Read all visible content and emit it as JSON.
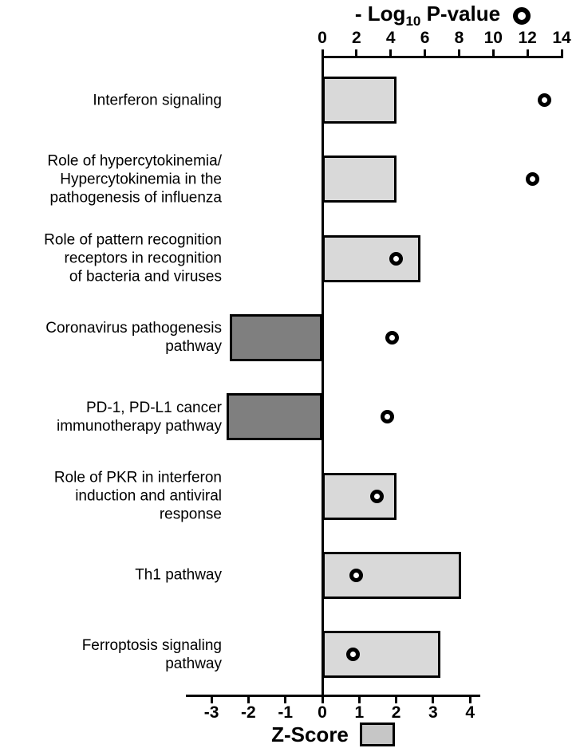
{
  "figure": {
    "title": {
      "prefix": "- Log",
      "sub": "10",
      "suffix": " P-value"
    },
    "zscore_legend_label": "Z-Score"
  },
  "colors": {
    "positive_bar_fill": "#d9d9d9",
    "negative_bar_fill": "#7f7f7f",
    "legend_swatch_fill": "#c6c6c6",
    "outline": "#000000",
    "background": "#ffffff"
  },
  "chart_data": {
    "type": "bar",
    "orientation": "horizontal",
    "title": "- Log10 P-value",
    "categories": [
      "Interferon signaling",
      "Role of hypercytokinemia/ Hypercytokinemia in the pathogenesis of influenza",
      "Role of pattern recognition receptors in recognition of bacteria and viruses",
      "Coronavirus pathogenesis pathway",
      "PD-1, PD-L1 cancer immunotherapy pathway",
      "Role of PKR in interferon induction and antiviral response",
      "Th1 pathway",
      "Ferroptosis signaling pathway"
    ],
    "label_lines": [
      [
        "Interferon signaling"
      ],
      [
        "Role of hypercytokinemia/",
        "Hypercytokinemia in the",
        "pathogenesis of influenza"
      ],
      [
        "Role of pattern recognition",
        "receptors in recognition",
        "of bacteria and viruses"
      ],
      [
        "Coronavirus pathogenesis",
        "pathway"
      ],
      [
        "PD-1, PD-L1 cancer",
        "immunotherapy pathway"
      ],
      [
        "Role of PKR in interferon",
        "induction and antiviral",
        "response"
      ],
      [
        "Th1 pathway"
      ],
      [
        "Ferroptosis signaling",
        "pathway"
      ]
    ],
    "series": [
      {
        "name": "Z-Score",
        "type": "bar",
        "values": [
          2.0,
          2.0,
          2.65,
          -2.5,
          -2.6,
          2.0,
          3.75,
          3.2
        ]
      },
      {
        "name": "- Log10 P-value",
        "type": "scatter",
        "marker": "open-circle",
        "values": [
          13.0,
          12.3,
          4.3,
          4.1,
          3.8,
          3.2,
          2.0,
          1.8
        ]
      }
    ],
    "top_axis": {
      "title": "- Log10 P-value",
      "range": [
        0,
        14
      ],
      "ticks": [
        0,
        2,
        4,
        6,
        8,
        10,
        12,
        14
      ],
      "position": "top"
    },
    "bottom_axis": {
      "title": "Z-Score",
      "range": [
        -3,
        4
      ],
      "ticks": [
        -3,
        -2,
        -1,
        0,
        1,
        2,
        3,
        4
      ],
      "position": "bottom"
    },
    "legend": {
      "pvalue_marker": "open circle right of title",
      "zscore_swatch": "gray rectangle below bottom axis"
    },
    "grid": false,
    "bar_color_rule": "positive z-score = light gray, negative z-score = dark gray"
  }
}
